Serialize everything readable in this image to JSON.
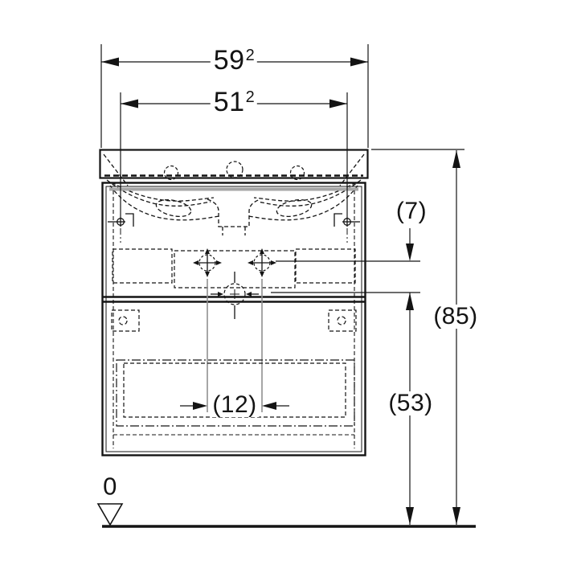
{
  "page": {
    "background": "#ffffff",
    "description": "technical dimension drawing of a washbasin with vanity cabinet, front view"
  },
  "drawing": {
    "line_color": "#141414",
    "gray_line_color": "#8f8f8f",
    "shadow_strip_color": "#a7a7a7",
    "labels": {
      "overall_width": {
        "value": "59",
        "sup": "2"
      },
      "fixing_width": {
        "value": "51",
        "sup": "2"
      },
      "connection_offset": "(7)",
      "overall_height": "(85)",
      "trap_height": "(53)",
      "connection_spacing": "(12)",
      "floor_datum": "0"
    }
  }
}
